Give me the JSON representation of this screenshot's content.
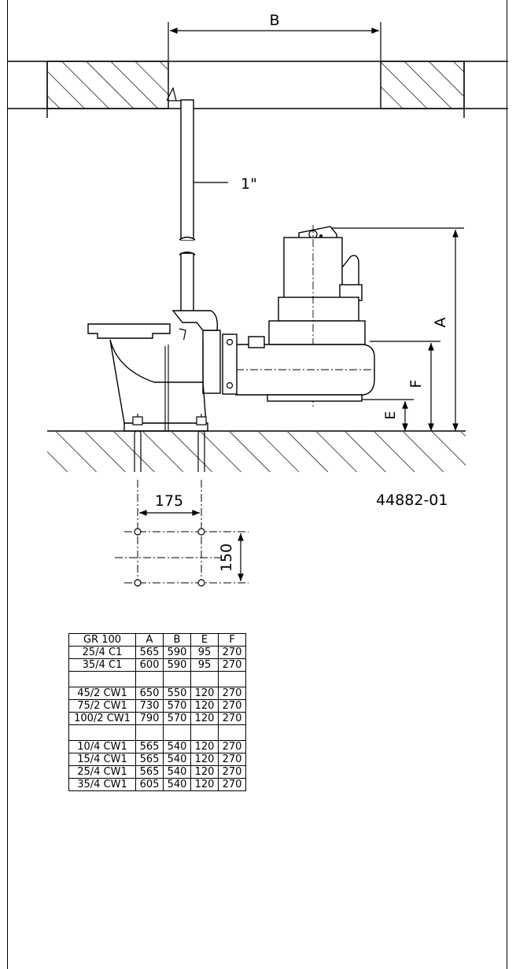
{
  "labels": {
    "b": "B",
    "pipe": "1\"",
    "a": "A",
    "f": "F",
    "e": "E",
    "spacing_x": "175",
    "spacing_y": "150",
    "drawing_number": "44882-01"
  },
  "table": {
    "headers": [
      "GR 100",
      "A",
      "B",
      "E",
      "F"
    ],
    "rows": [
      [
        "25/4 C1",
        "565",
        "590",
        "95",
        "270"
      ],
      [
        "35/4 C1",
        "600",
        "590",
        "95",
        "270"
      ],
      [
        "",
        "",
        "",
        "",
        ""
      ],
      [
        "45/2 CW1",
        "650",
        "550",
        "120",
        "270"
      ],
      [
        "75/2 CW1",
        "730",
        "570",
        "120",
        "270"
      ],
      [
        "100/2 CW1",
        "790",
        "570",
        "120",
        "270"
      ],
      [
        "",
        "",
        "",
        "",
        ""
      ],
      [
        "10/4 CW1",
        "565",
        "540",
        "120",
        "270"
      ],
      [
        "15/4 CW1",
        "565",
        "540",
        "120",
        "270"
      ],
      [
        "25/4 CW1",
        "565",
        "540",
        "120",
        "270"
      ],
      [
        "35/4 CW1",
        "605",
        "540",
        "120",
        "270"
      ]
    ]
  }
}
